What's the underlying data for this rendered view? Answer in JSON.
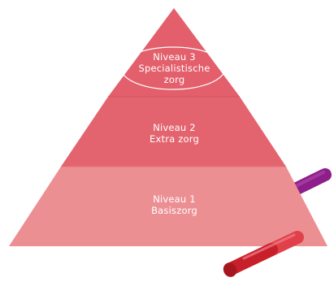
{
  "pyramid": {
    "levels": [
      {
        "level": "Niveau 3",
        "lines": [
          "Specialistische",
          "zorg"
        ],
        "color": "#e25f6b",
        "highlighted": true
      },
      {
        "level": "Niveau 2",
        "lines": [
          "Extra zorg"
        ],
        "color": "#e3646f"
      },
      {
        "level": "Niveau 1",
        "lines": [
          "Basiszorg"
        ],
        "color": "#ec8f93"
      }
    ],
    "highlight_color": "#ffffff"
  },
  "decorations": {
    "marker_purple_color": "#8e1f8a",
    "marker_red_color": "#c8202a",
    "marker_red_light_color": "#e0404a"
  }
}
